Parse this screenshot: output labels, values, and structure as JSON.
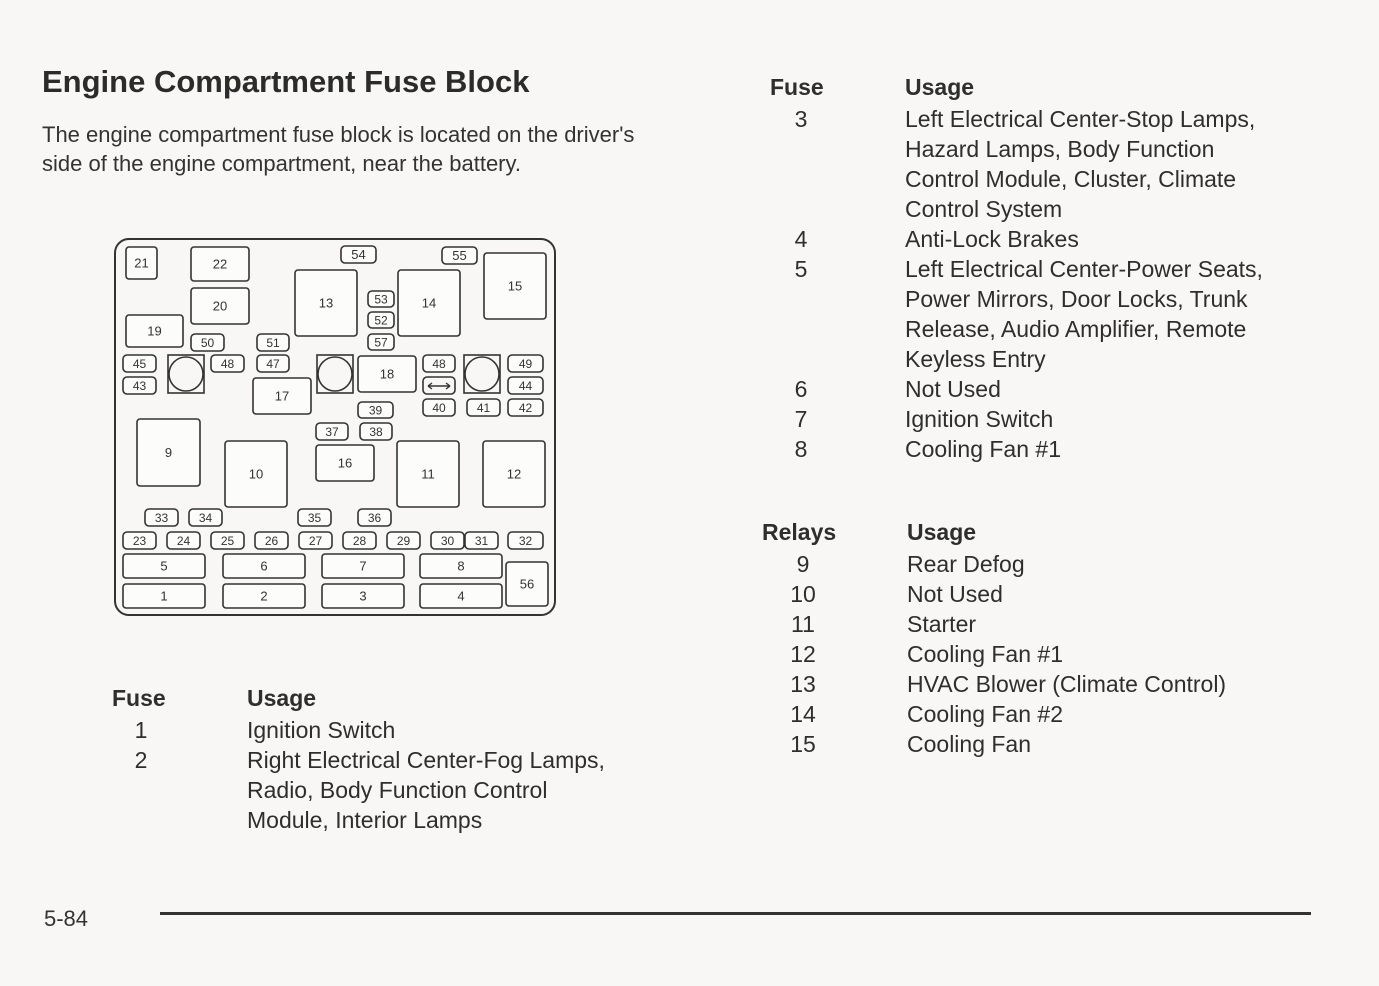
{
  "title": "Engine Compartment Fuse Block",
  "intro": "The engine compartment fuse block is located on the driver's side of the engine compartment, near the battery.",
  "diagram": {
    "slot_labels": [
      "21",
      "22",
      "54",
      "55",
      "15",
      "20",
      "13",
      "53",
      "52",
      "14",
      "19",
      "50",
      "51",
      "57",
      "45",
      "43",
      "48",
      "47",
      "18",
      "48",
      "49",
      "44",
      "17",
      "39",
      "40",
      "41",
      "42",
      "37",
      "38",
      "9",
      "10",
      "16",
      "11",
      "12",
      "33",
      "34",
      "35",
      "36",
      "23",
      "24",
      "25",
      "26",
      "27",
      "28",
      "29",
      "30",
      "31",
      "32",
      "5",
      "6",
      "7",
      "8",
      "1",
      "2",
      "3",
      "4",
      "56"
    ]
  },
  "table1": {
    "header": {
      "col1": "Fuse",
      "col2": "Usage"
    },
    "rows": [
      {
        "num": "1",
        "lines": [
          "Ignition Switch"
        ]
      },
      {
        "num": "2",
        "lines": [
          "Right Electrical Center-Fog Lamps,",
          "Radio, Body Function Control",
          "Module, Interior Lamps"
        ]
      }
    ]
  },
  "table2": {
    "header": {
      "col1": "Fuse",
      "col2": "Usage"
    },
    "rows": [
      {
        "num": "3",
        "lines": [
          "Left Electrical Center-Stop Lamps,",
          "Hazard Lamps, Body Function",
          "Control Module, Cluster, Climate",
          "Control System"
        ]
      },
      {
        "num": "4",
        "lines": [
          "Anti-Lock Brakes"
        ]
      },
      {
        "num": "5",
        "lines": [
          "Left Electrical Center-Power Seats,",
          "Power Mirrors, Door Locks, Trunk",
          "Release, Audio Amplifier, Remote",
          "Keyless Entry"
        ]
      },
      {
        "num": "6",
        "lines": [
          "Not Used"
        ]
      },
      {
        "num": "7",
        "lines": [
          "Ignition Switch"
        ]
      },
      {
        "num": "8",
        "lines": [
          "Cooling Fan #1"
        ]
      }
    ]
  },
  "table3": {
    "header": {
      "col1": "Relays",
      "col2": "Usage"
    },
    "rows": [
      {
        "num": "9",
        "lines": [
          "Rear Defog"
        ]
      },
      {
        "num": "10",
        "lines": [
          "Not Used"
        ]
      },
      {
        "num": "11",
        "lines": [
          "Starter"
        ]
      },
      {
        "num": "12",
        "lines": [
          "Cooling Fan #1"
        ]
      },
      {
        "num": "13",
        "lines": [
          "HVAC Blower (Climate Control)"
        ]
      },
      {
        "num": "14",
        "lines": [
          "Cooling Fan #2"
        ]
      },
      {
        "num": "15",
        "lines": [
          "Cooling Fan"
        ]
      }
    ]
  },
  "footer": {
    "page_number": "5-84"
  }
}
